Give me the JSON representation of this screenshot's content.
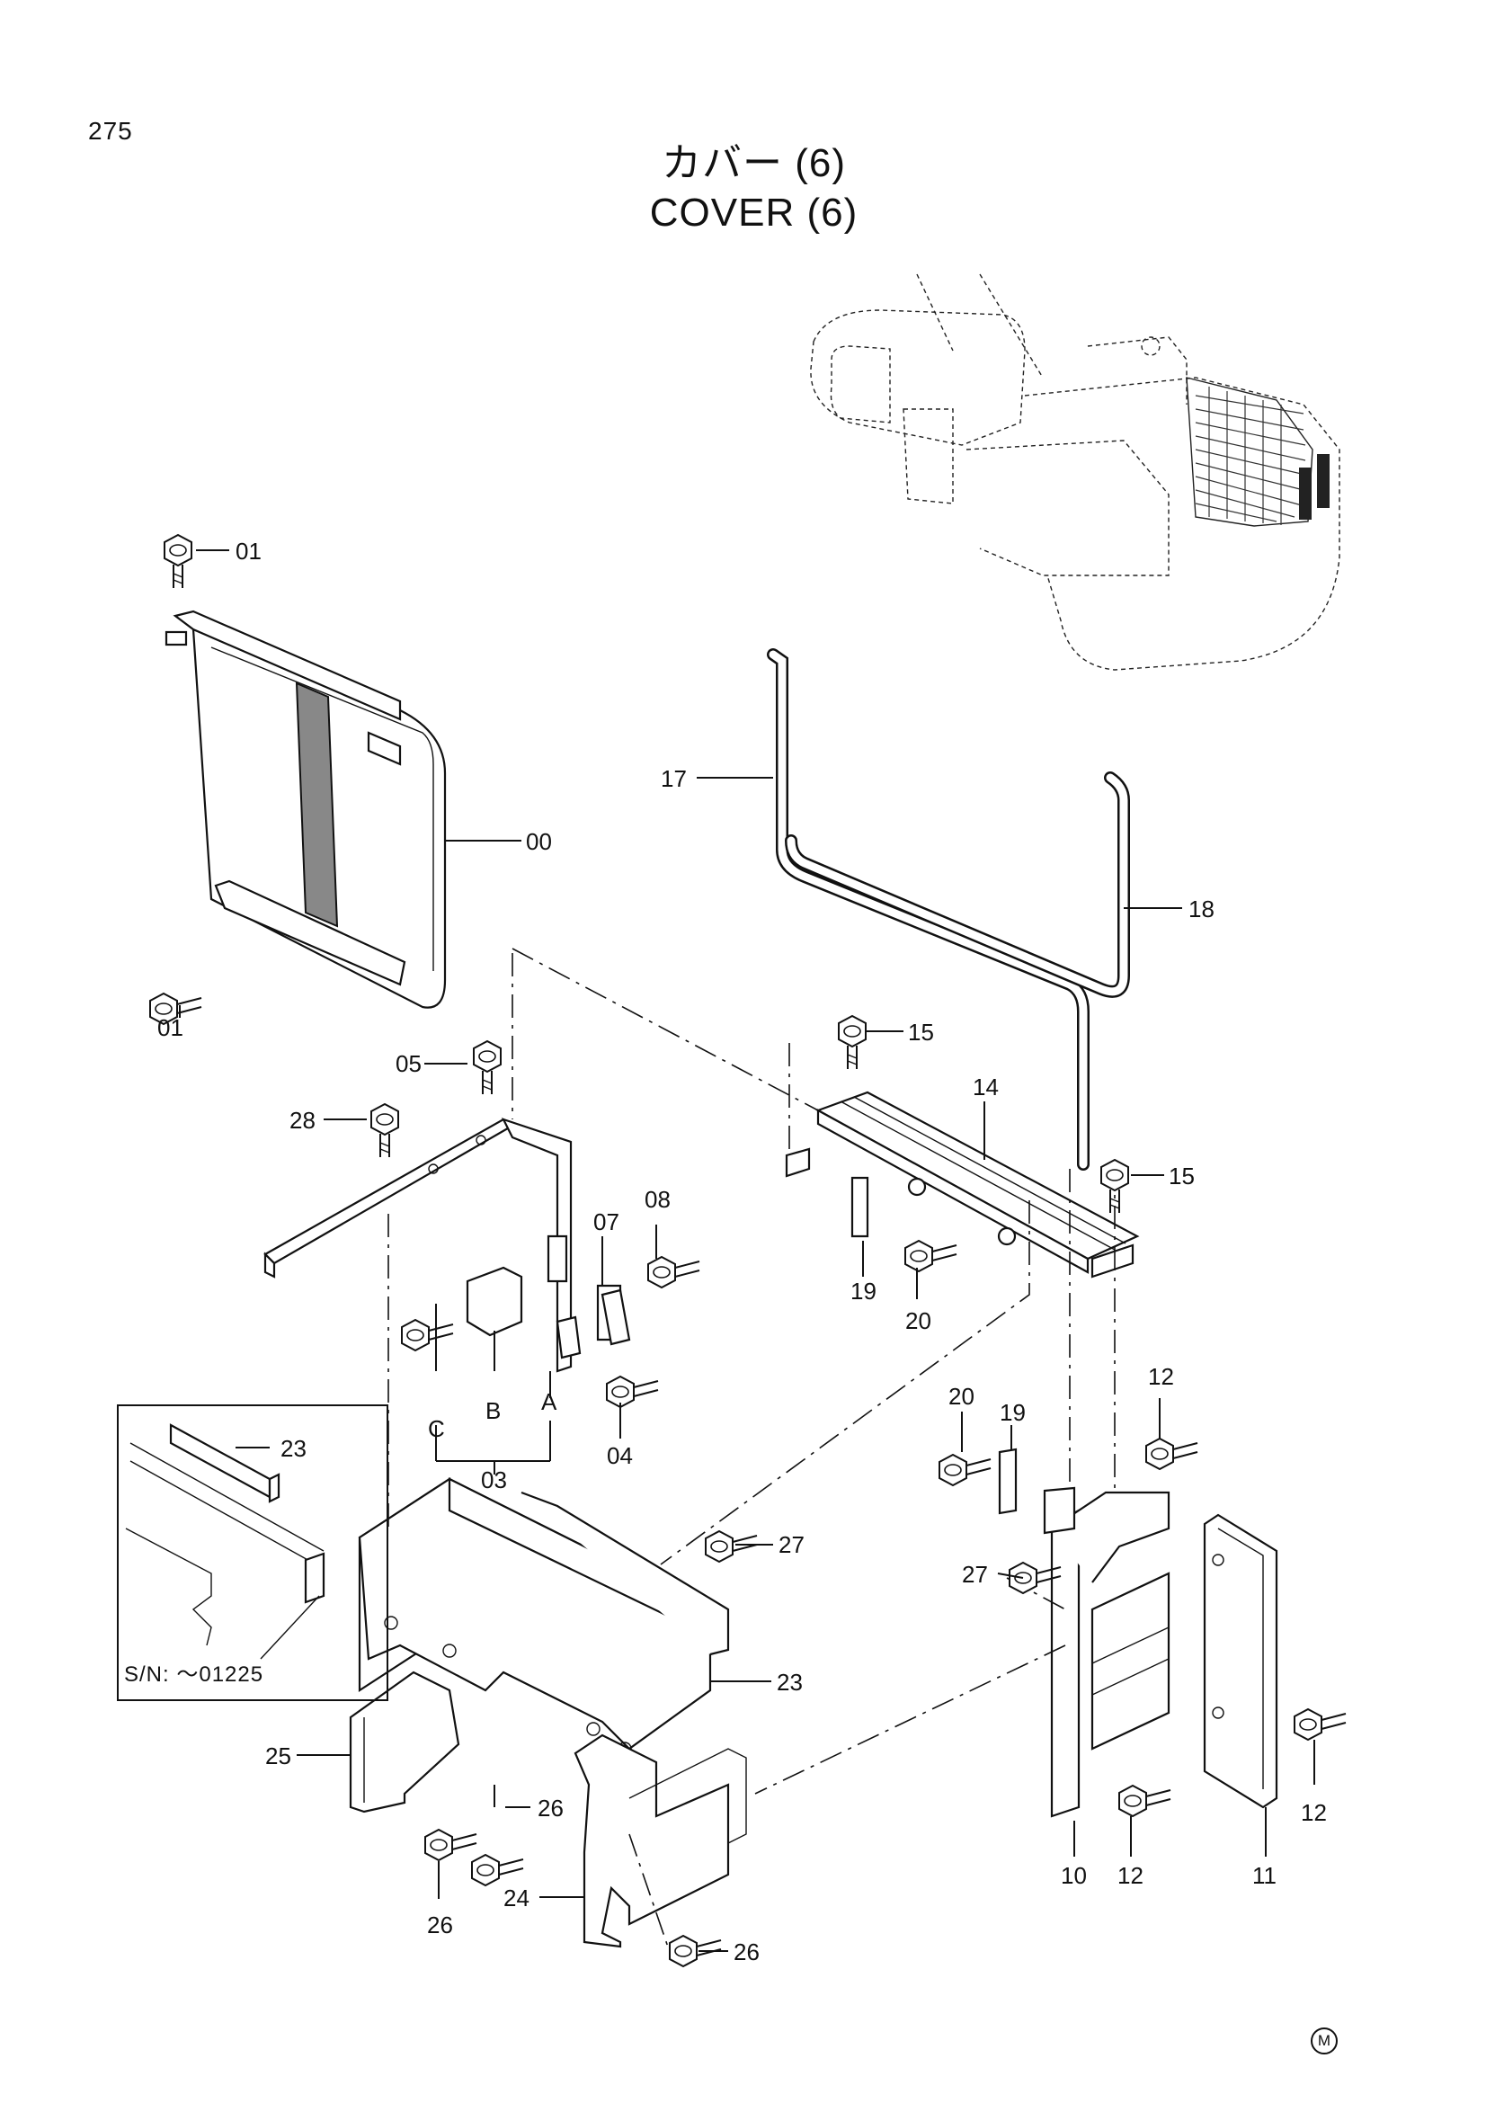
{
  "page_number": "275",
  "title_jp": "カバー (6)",
  "title_en": "COVER (6)",
  "inset_note": "S/N: ～01225",
  "bottom_mark": "M",
  "callouts": {
    "c00": "00",
    "c01a": "01",
    "c01b": "01",
    "c03": "03",
    "c04": "04",
    "c05": "05",
    "c07": "07",
    "c08": "08",
    "c10": "10",
    "c11": "11",
    "c12a": "12",
    "c12b": "12",
    "c12c": "12",
    "c14": "14",
    "c15a": "15",
    "c15b": "15",
    "c17": "17",
    "c18": "18",
    "c19a": "19",
    "c19b": "19",
    "c20a": "20",
    "c20b": "20",
    "c23a": "23",
    "c23b": "23",
    "c24": "24",
    "c25": "25",
    "c26a": "26",
    "c26b": "26",
    "c26c": "26",
    "c27a": "27",
    "c27b": "27",
    "c28": "28",
    "ca": "A",
    "cb": "B",
    "cc": "C"
  },
  "icons": [
    "hex-bolt-icon",
    "machine-overview-icon",
    "circled-m-icon"
  ]
}
